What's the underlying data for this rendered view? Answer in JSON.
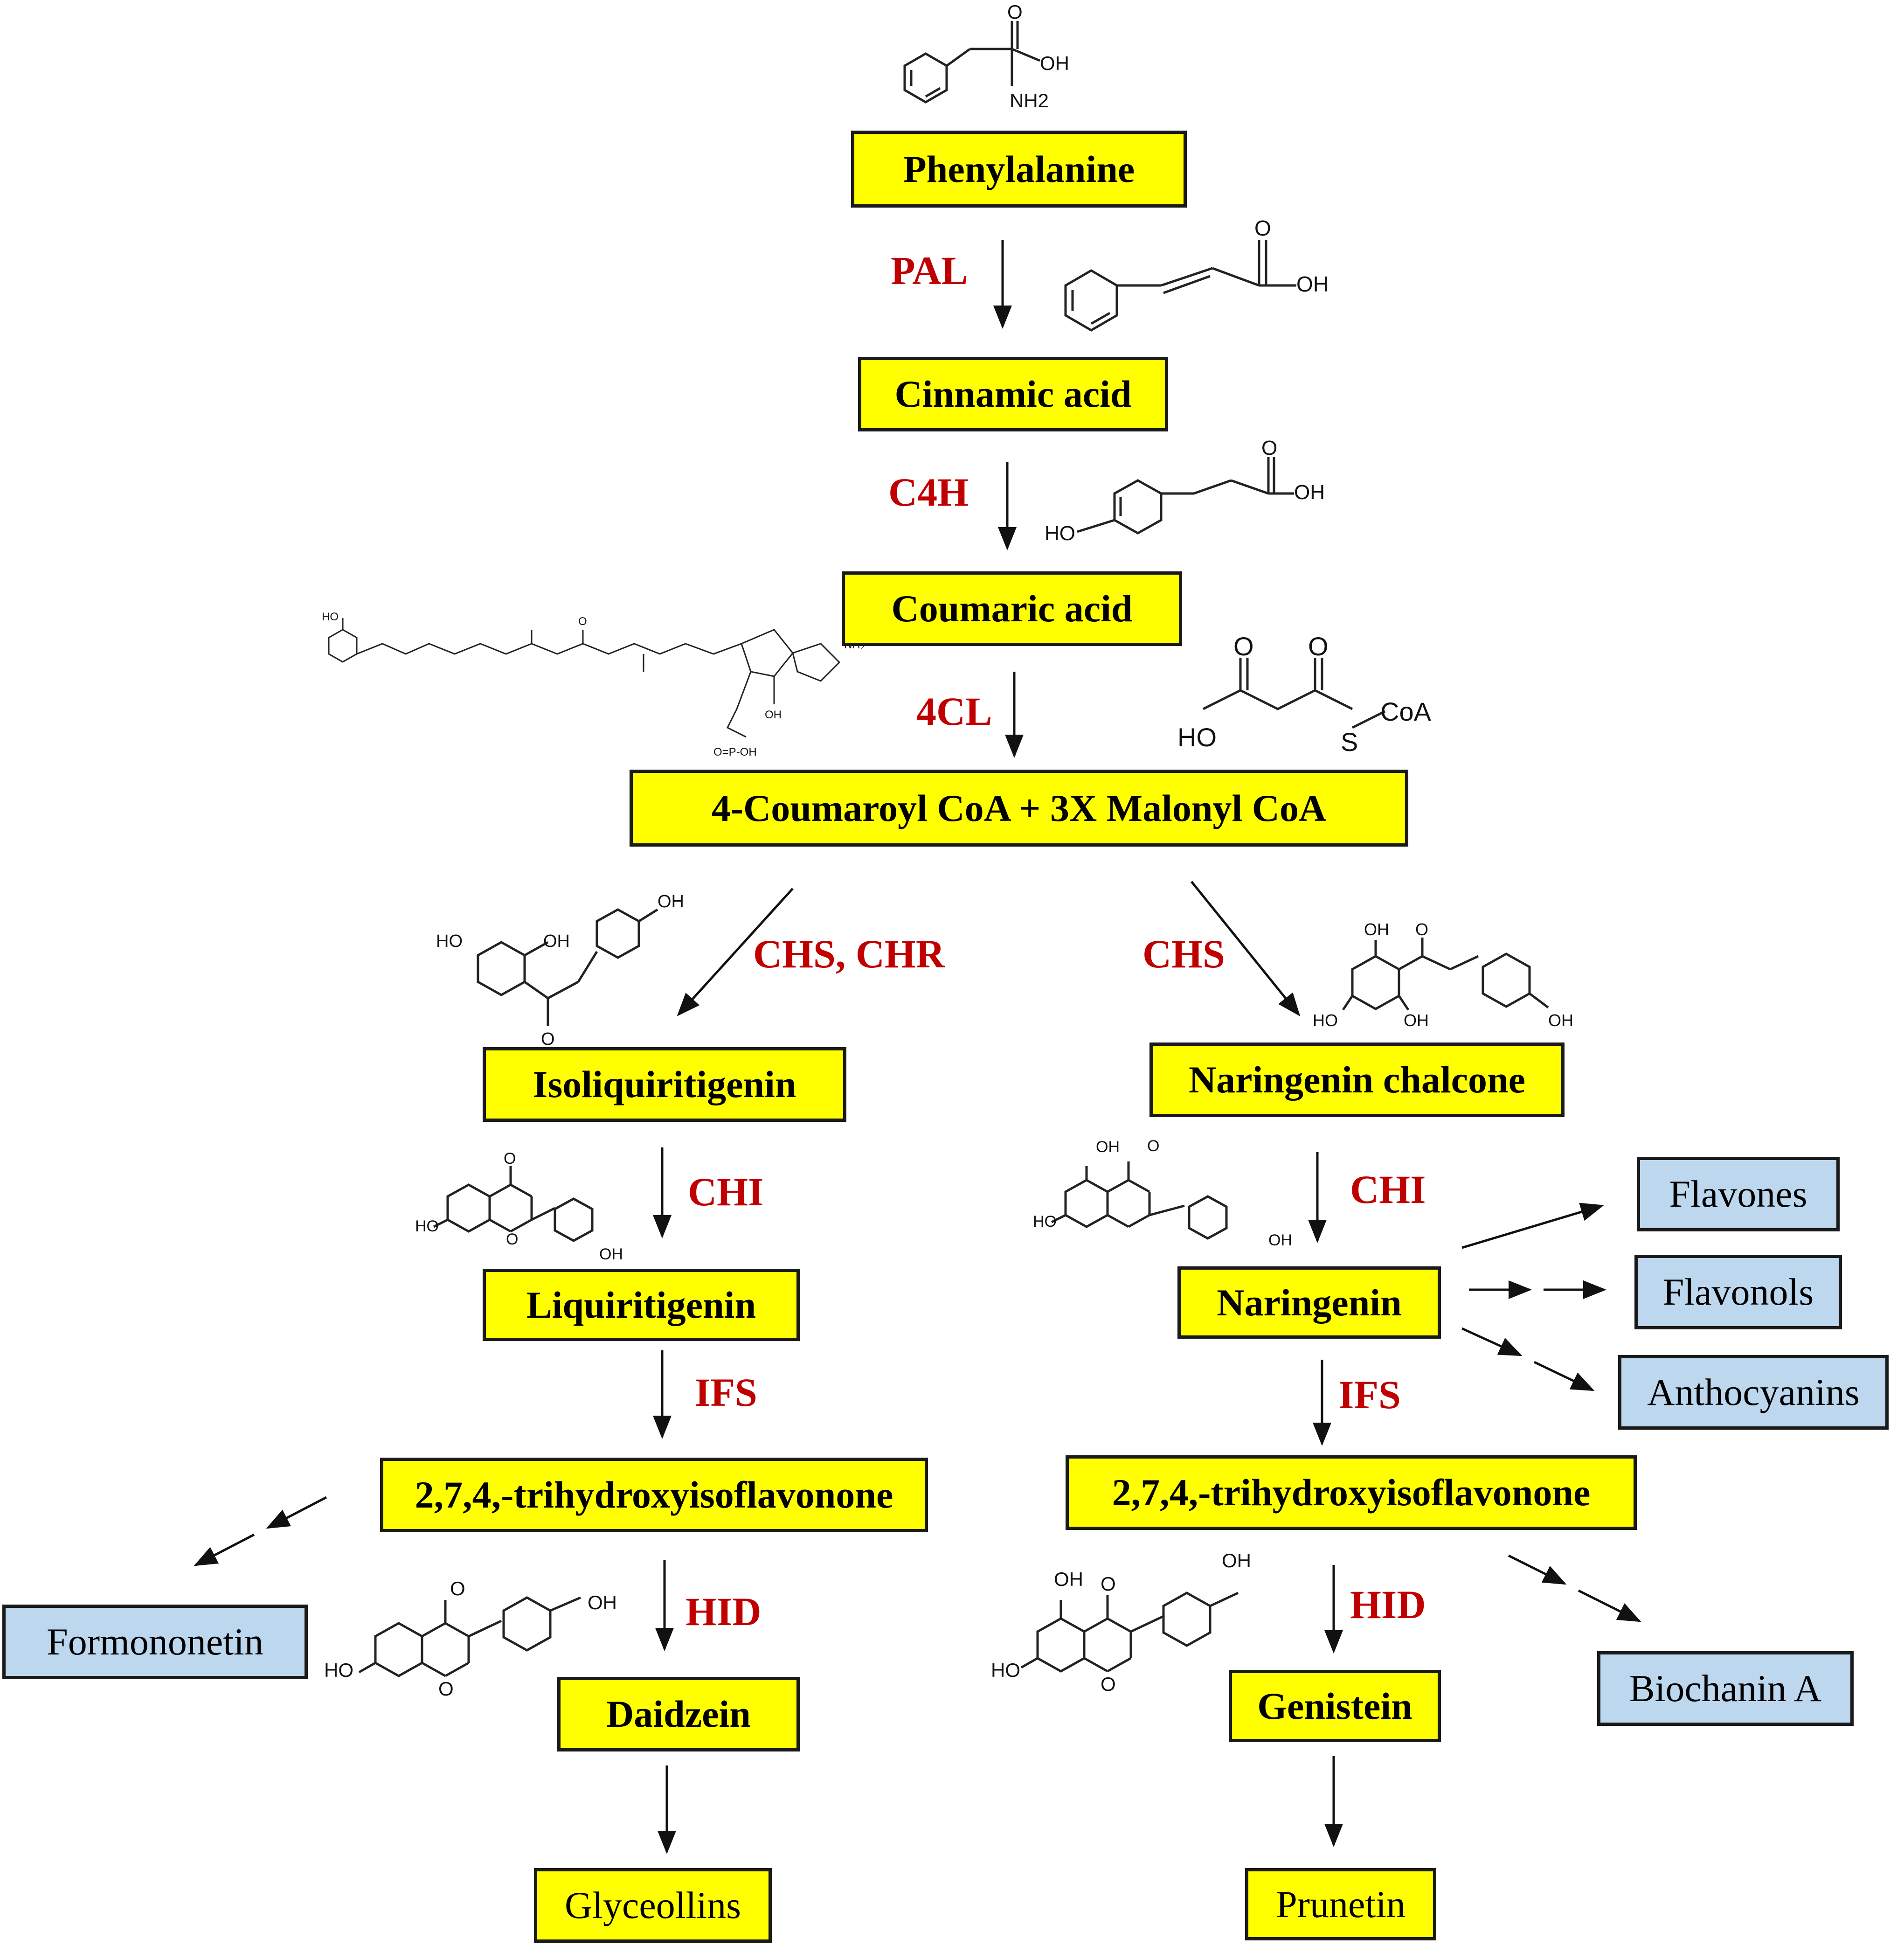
{
  "compounds": {
    "phenylalanine": "Phenylalanine",
    "cinnamic_acid": "Cinnamic acid",
    "coumaric_acid": "Coumaric acid",
    "coa": "4-Coumaroyl CoA + 3X Malonyl CoA",
    "isoliquiritigenin": "Isoliquiritigenin",
    "naringenin_chalcone": "Naringenin chalcone",
    "liquiritigenin": "Liquiritigenin",
    "naringenin": "Naringenin",
    "thif_left": "2,7,4,-trihydroxyisoflavonone",
    "thif_right": "2,7,4,-trihydroxyisoflavonone",
    "daidzein": "Daidzein",
    "genistein": "Genistein",
    "glyceollins": "Glyceollins",
    "prunetin": "Prunetin",
    "formononetin": "Formononetin",
    "flavones": "Flavones",
    "flavonols": "Flavonols",
    "anthocyanins": "Anthocyanins",
    "biochanin_a": "Biochanin A"
  },
  "enzymes": {
    "pal": "PAL",
    "c4h": "C4H",
    "fourcl": "4CL",
    "chs_chr": "CHS, CHR",
    "chs": "CHS",
    "chi_left": "CHI",
    "chi_right": "CHI",
    "ifs_left": "IFS",
    "ifs_right": "IFS",
    "hid_left": "HID",
    "hid_right": "HID"
  },
  "structure_labels": {
    "oh": "OH",
    "ho": "HO",
    "o": "O",
    "nh2": "NH2",
    "s": "S",
    "coa": "CoA",
    "coa_label": "S‒CoA"
  },
  "colors": {
    "main_box": "#ffff00",
    "side_box": "#bdd7ee",
    "enzyme_text": "#c00000",
    "arrow": "#111111"
  }
}
